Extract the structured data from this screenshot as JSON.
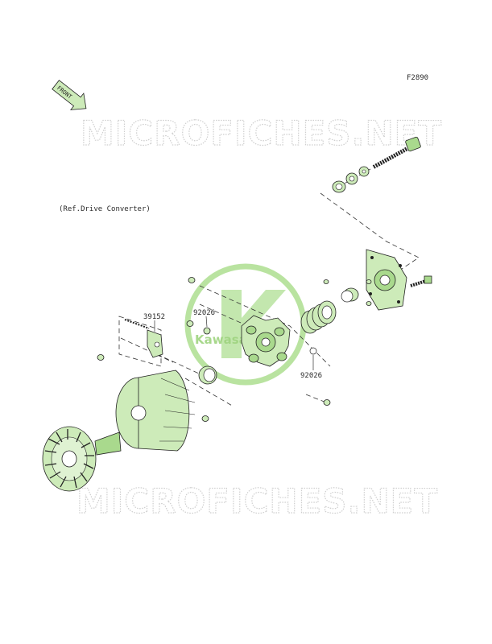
{
  "figure_code": "F2890",
  "front_label": "FRONT",
  "ref_note": "(Ref.Drive Converter)",
  "watermark_text": "MICROFICHES.NET",
  "brand_logo_text": "Kawasaki",
  "part_labels": {
    "clip": "39152",
    "washer_left": "92026",
    "washer_right": "92026"
  },
  "colors": {
    "part_fill": "#cdebb9",
    "part_dark": "#a9d98d",
    "logo_green": "#b9e3a0",
    "watermark": "#cfcfcf"
  }
}
